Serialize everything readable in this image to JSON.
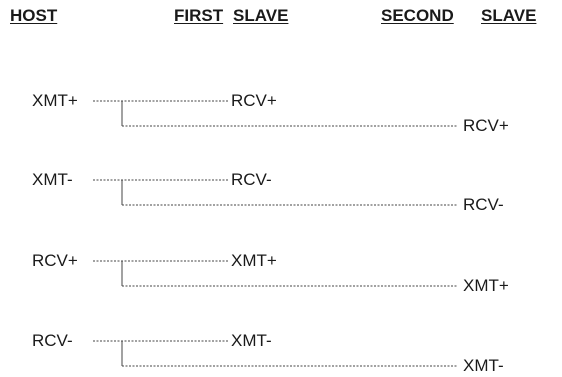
{
  "headers": {
    "host": "HOST",
    "first_slave_1": "FIRST",
    "first_slave_2": "SLAVE",
    "second_slave_1": "SECOND",
    "second_slave_2": "SLAVE"
  },
  "connections": [
    {
      "host": "XMT+",
      "first_slave": "RCV+",
      "second_slave": "RCV+"
    },
    {
      "host": "XMT-",
      "first_slave": "RCV-",
      "second_slave": "RCV-"
    },
    {
      "host": "RCV+",
      "first_slave": "XMT+",
      "second_slave": "XMT+"
    },
    {
      "host": "RCV-",
      "first_slave": "XMT-",
      "second_slave": "XMT-"
    }
  ],
  "colors": {
    "text": "#1a1a1a",
    "wire": "#444444"
  },
  "line_style": "dashed"
}
